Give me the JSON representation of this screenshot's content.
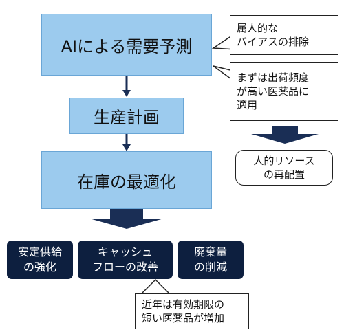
{
  "flow": {
    "ai_forecast": "AIによる需要予測",
    "production_plan": "生産計画",
    "inventory_opt": "在庫の最適化"
  },
  "notes": {
    "bias_removal": [
      "属人的な",
      "バイアスの排除"
    ],
    "applied_to": [
      "まずは出荷頻度",
      "が高い医薬品に",
      "適用"
    ],
    "short_expiry": [
      "近年は有効期限の",
      "短い医薬品が増加"
    ]
  },
  "result_right": [
    "人的リソース",
    "の再配置"
  ],
  "outcomes": [
    [
      "安定供給",
      "の強化"
    ],
    [
      "キャッシュ",
      "フローの改善"
    ],
    [
      "廃棄量",
      "の削減"
    ]
  ]
}
